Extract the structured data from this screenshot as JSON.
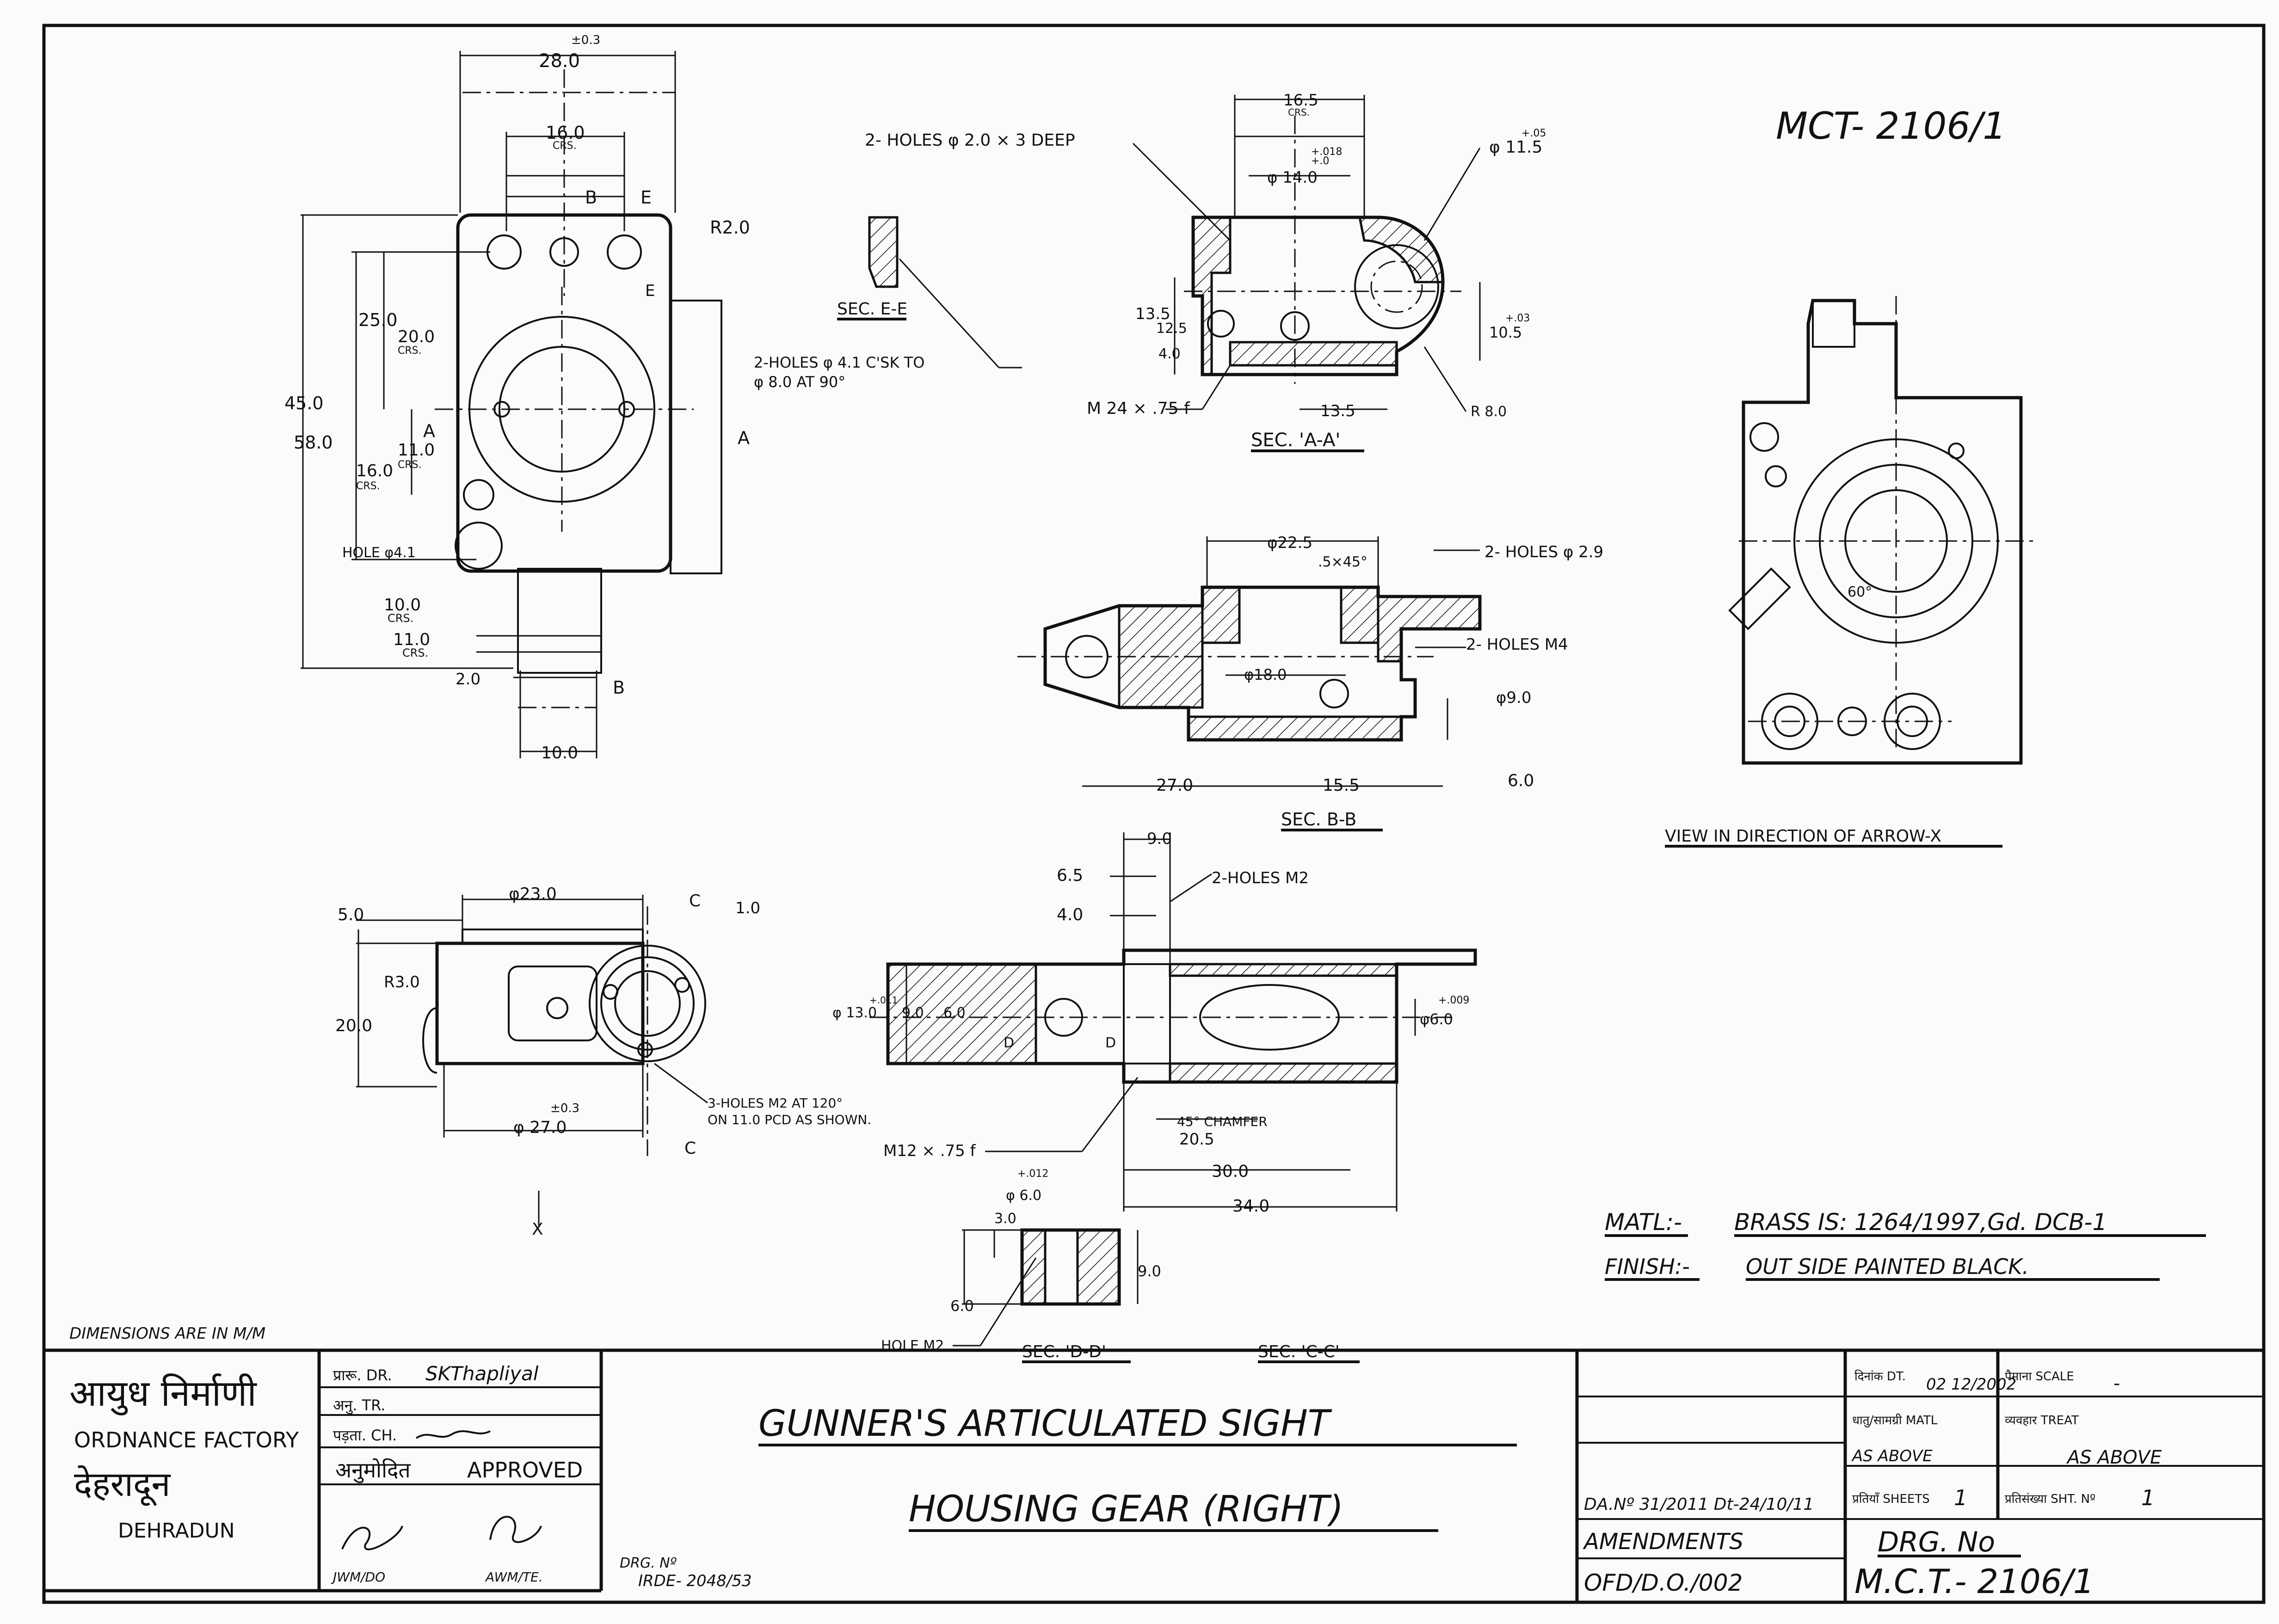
{
  "drawing_ref": "MCT- 2106/1",
  "view_top": {
    "dims": {
      "w28": "28.0",
      "tol28": "±0.3",
      "crs16": "16.0",
      "crs_short": "CRS.",
      "b": "B",
      "e": "E",
      "r2": "R2.0",
      "d25": "25.0",
      "d20": "20.0",
      "d45": "45.0",
      "d58": "58.0",
      "d16": "16.0",
      "d11": "11.0",
      "a": "A",
      "hole41": "HOLE φ4.1",
      "crs10": "10.0",
      "crs11": "11.0",
      "crs_long": "CRS.",
      "d2": "2.0",
      "w10": "10.0"
    },
    "hole_note": "2-HOLES φ 4.1 C'SK TO\nφ 8.0 AT 90°",
    "sec_ee": "SEC. E-E"
  },
  "sec_aa": {
    "holes_note": "2- HOLES φ 2.0 × 3 DEEP",
    "d165": "16.5",
    "crs": "CRS.",
    "phi14": "φ 14.0",
    "tol14a": "+.018",
    "tol14b": "+.0",
    "phi115": "φ 11.5",
    "tol115": "+.05",
    "d135": "13.5",
    "d125": "12.5",
    "d40": "4.0",
    "d105": "10.5",
    "tol105": "+.03",
    "thread": "M 24 × .75 f",
    "d135b": "13.5",
    "r8": "R 8.0",
    "label": "SEC. 'A-A'"
  },
  "sec_bb": {
    "phi225": "φ22.5",
    "chamfer": ".5×45°",
    "holes29": "2- HOLES φ 2.9",
    "phi18": "φ18.0",
    "holesm4": "2- HOLES M4",
    "phi9": "φ9.0",
    "d27": "27.0",
    "d155": "15.5",
    "d6": "6.0",
    "label": "SEC. B-B"
  },
  "view_x": {
    "angle": "60°",
    "label": "VIEW IN DIRECTION OF ARROW-X"
  },
  "view_bottom": {
    "phi23": "φ23.0",
    "d5": "5.0",
    "c": "C",
    "d1": "1.0",
    "r3": "R3.0",
    "d20": "20.0",
    "tol27": "±0.3",
    "phi27": "φ 27.0",
    "holes_note": "3-HOLES M2 AT 120°\nON 11.0 PCD AS SHOWN.",
    "x": "X"
  },
  "sec_cc": {
    "d9": "9.0",
    "d65": "6.5",
    "d4": "4.0",
    "holesm2": "2-HOLES M2",
    "phi13": "φ 13.0",
    "tol13": "+.011",
    "d90": "9.0",
    "d60": "6.0",
    "d": "D",
    "phi6": "φ6.0",
    "tol6": "+.009",
    "chamfer45": "45° CHAMFER",
    "d205": "20.5",
    "thread": "M12 × .75 f",
    "d30": "30.0",
    "d34": "34.0",
    "label": "SEC. 'C-C'"
  },
  "sec_dd": {
    "tol6": "+.012",
    "phi6": "φ 6.0",
    "d3": "3.0",
    "d9": "9.0",
    "d6": "6.0",
    "hole": "HOLE M2",
    "label": "SEC. 'D-D'"
  },
  "material": {
    "matl_label": "MATL:-",
    "matl_value": "BRASS IS: 1264/1997,Gd. DCB-1",
    "finish_label": "FINISH:-",
    "finish_value": "OUT SIDE PAINTED BLACK."
  },
  "dimensions_note": "DIMENSIONS ARE IN M/M",
  "title_block": {
    "org_hi1": "आयुध निर्माणी",
    "org_en1": "ORDNANCE FACTORY",
    "org_hi2": "देहरादून",
    "org_en2": "DEHRADUN",
    "drawn": "प्रारू. DR.",
    "drawn_sig": "SKThapliyal",
    "traced": "अनु. TR.",
    "checked": "पड़ता. CH.",
    "approved_hi": "अनुमोदित",
    "approved_en": "APPROVED",
    "jwm": "JWM/DO",
    "awm": "AWM/TE.",
    "drg_no_label": "DRG. Nº",
    "drg_no_value": "IRDE- 2048/53",
    "title1": "GUNNER'S ARTICULATED SIGHT",
    "title2": "HOUSING GEAR (RIGHT)",
    "da_no": "DA.Nº 31/2011 Dt-24/10/11",
    "amendments": "AMENDMENTS",
    "ofd": "OFD/D.O./002",
    "date_label": "दिनांक DT.",
    "date_value": "02 12/2002",
    "scale_label": "पैमाना SCALE",
    "scale_value": "-",
    "matl_label": "धातु/सामग्री MATL",
    "matl_value": "AS ABOVE",
    "treat_label": "व्यवहार TREAT",
    "treat_value": "AS ABOVE",
    "sheets_label": "प्रतियाँ SHEETS",
    "sheets_value": "1",
    "sht_label": "प्रतिसंख्या SHT. Nº",
    "sht_value": "1",
    "drg_label": "DRG. No",
    "drg_value": "M.C.T.- 2106/1"
  }
}
